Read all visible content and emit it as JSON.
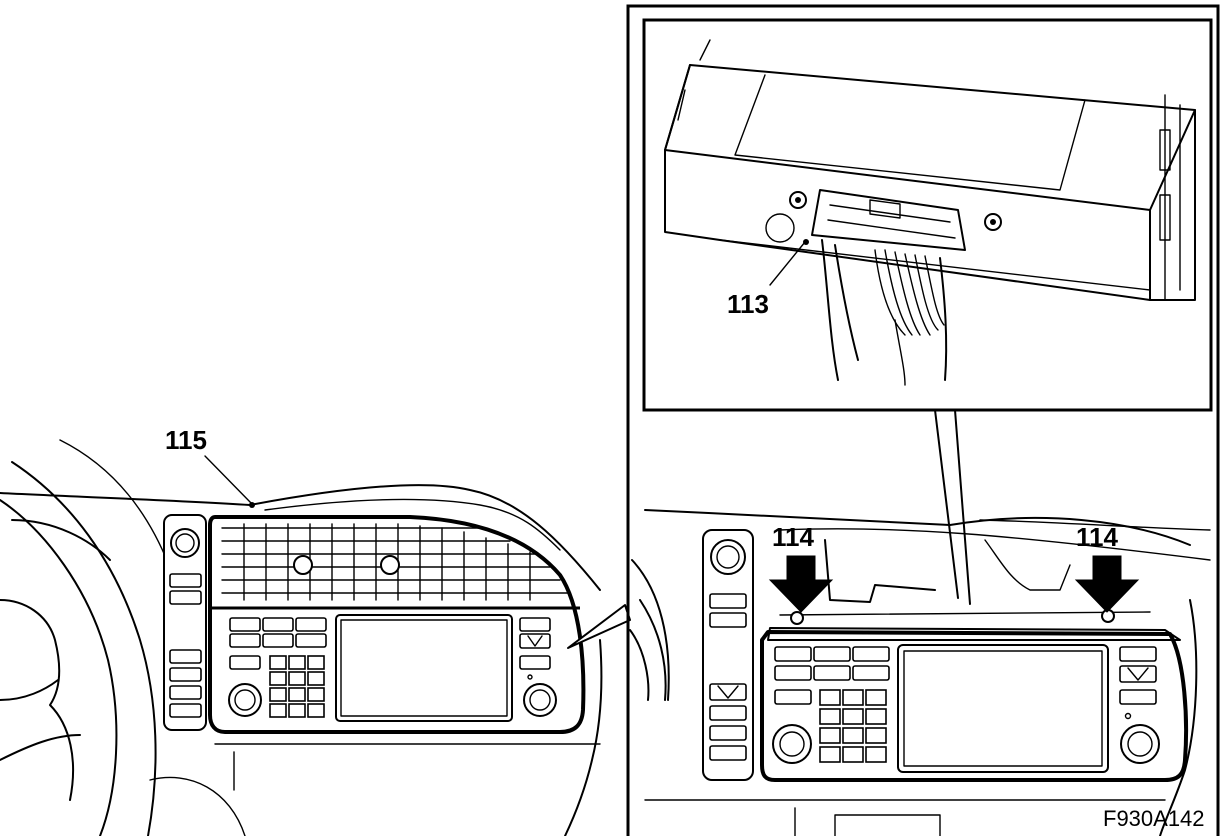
{
  "figure": {
    "code": "F930A142"
  },
  "callouts": {
    "c113": "113",
    "c114_left": "114",
    "c114_right": "114",
    "c115": "115"
  },
  "colors": {
    "ink": "#000000",
    "paper": "#ffffff"
  }
}
